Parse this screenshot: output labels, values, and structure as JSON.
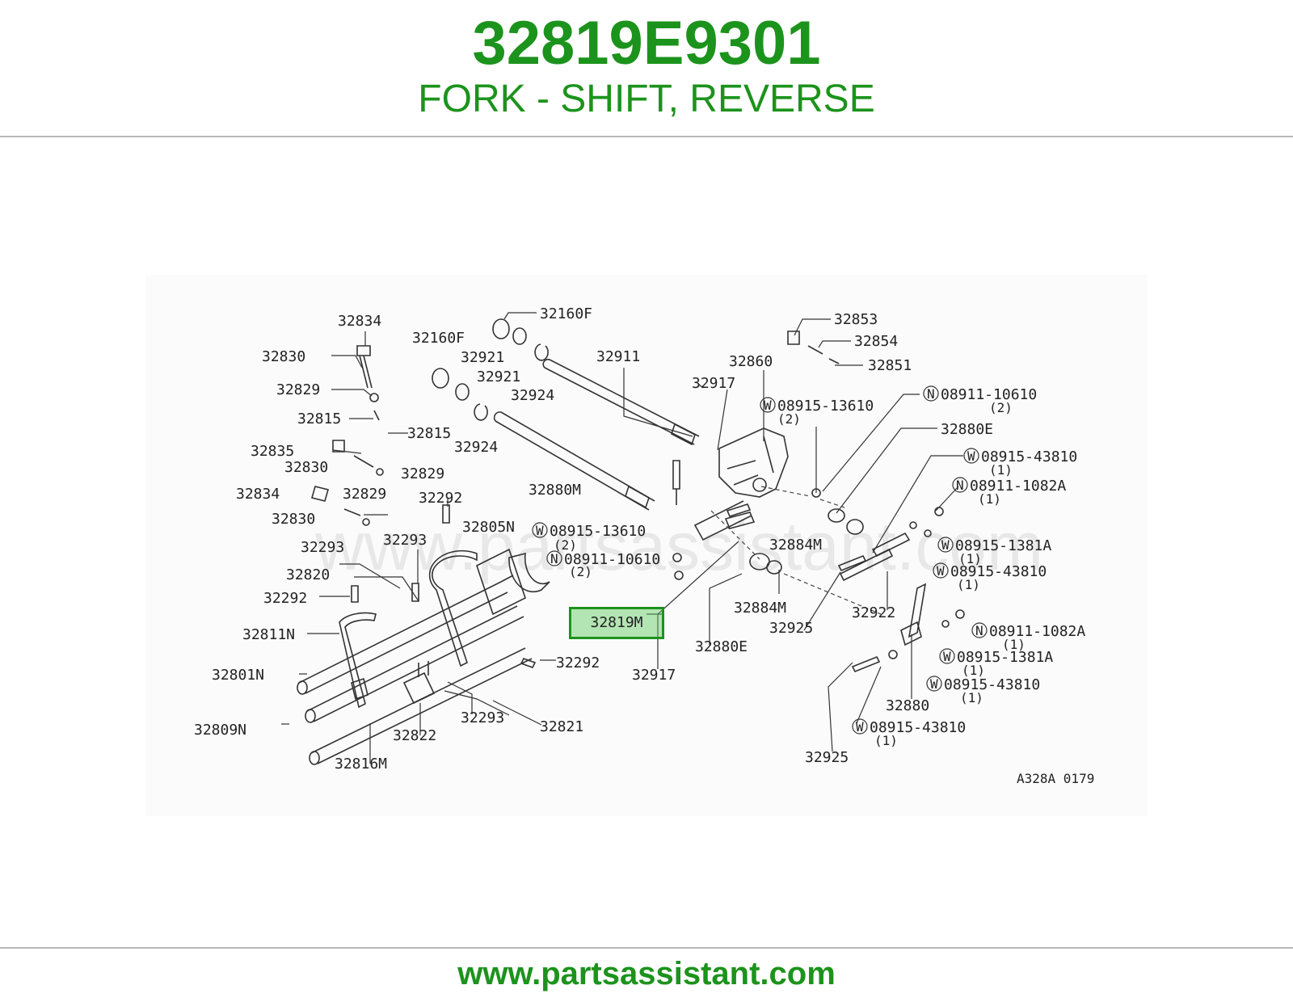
{
  "header": {
    "part_number": "32819E9301",
    "part_description": "FORK - SHIFT, REVERSE"
  },
  "diagram": {
    "watermark": "www.partsassistant.com",
    "drawing_code": "A328A 0179",
    "highlighted_part": "32819M",
    "labels": [
      {
        "id": "l32834a",
        "text": "32834"
      },
      {
        "id": "l32830a",
        "text": "32830"
      },
      {
        "id": "l32829a",
        "text": "32829"
      },
      {
        "id": "l32815a",
        "text": "32815"
      },
      {
        "id": "l32815b",
        "text": "32815"
      },
      {
        "id": "l32160f_a",
        "text": "32160F"
      },
      {
        "id": "l32160f_b",
        "text": "32160F"
      },
      {
        "id": "l32921a",
        "text": "32921"
      },
      {
        "id": "l32921b",
        "text": "32921"
      },
      {
        "id": "l32924a",
        "text": "32924"
      },
      {
        "id": "l32924b",
        "text": "32924"
      },
      {
        "id": "l32911",
        "text": "32911"
      },
      {
        "id": "l32860",
        "text": "32860"
      },
      {
        "id": "l32917a",
        "text": "32917"
      },
      {
        "id": "l32853",
        "text": "32853"
      },
      {
        "id": "l32854",
        "text": "32854"
      },
      {
        "id": "l32851",
        "text": "32851"
      },
      {
        "id": "l08915_13610a",
        "text": "08915-13610"
      },
      {
        "id": "q08915_13610a",
        "text": "(2)"
      },
      {
        "id": "l08911_10610a",
        "text": "08911-10610"
      },
      {
        "id": "q08911_10610a",
        "text": "(2)"
      },
      {
        "id": "l32880e_a",
        "text": "32880E"
      },
      {
        "id": "l32835",
        "text": "32835"
      },
      {
        "id": "l32830b",
        "text": "32830"
      },
      {
        "id": "l32829b",
        "text": "32829"
      },
      {
        "id": "l32834b",
        "text": "32834"
      },
      {
        "id": "l32829c",
        "text": "32829"
      },
      {
        "id": "l32292a",
        "text": "32292"
      },
      {
        "id": "l32880m",
        "text": "32880M"
      },
      {
        "id": "l32830c",
        "text": "32830"
      },
      {
        "id": "l32805n",
        "text": "32805N"
      },
      {
        "id": "l08915_13610b",
        "text": "08915-13610"
      },
      {
        "id": "q08915_13610b",
        "text": "(2)"
      },
      {
        "id": "l08911_10610b",
        "text": "08911-10610"
      },
      {
        "id": "q08911_10610b",
        "text": "(2)"
      },
      {
        "id": "l32293a",
        "text": "32293"
      },
      {
        "id": "l32293b",
        "text": "32293"
      },
      {
        "id": "l32884m_a",
        "text": "32884M"
      },
      {
        "id": "l08915_43810a",
        "text": "08915-43810"
      },
      {
        "id": "q08915_43810a",
        "text": "(1)"
      },
      {
        "id": "l08911_1082a_a",
        "text": "08911-1082A"
      },
      {
        "id": "q08911_1082a_a",
        "text": "(1)"
      },
      {
        "id": "l08915_1381a_a",
        "text": "08915-1381A"
      },
      {
        "id": "q08915_1381a_a",
        "text": "(1)"
      },
      {
        "id": "l08915_43810b",
        "text": "08915-43810"
      },
      {
        "id": "q08915_43810b",
        "text": "(1)"
      },
      {
        "id": "l32820",
        "text": "32820"
      },
      {
        "id": "l32292b",
        "text": "32292"
      },
      {
        "id": "l32884m_b",
        "text": "32884M"
      },
      {
        "id": "l32925a",
        "text": "32925"
      },
      {
        "id": "l32922",
        "text": "32922"
      },
      {
        "id": "l32811n",
        "text": "32811N"
      },
      {
        "id": "l08911_1082a_b",
        "text": "08911-1082A"
      },
      {
        "id": "q08911_1082a_b",
        "text": "(1)"
      },
      {
        "id": "l32880e_b",
        "text": "32880E"
      },
      {
        "id": "l32917b",
        "text": "32917"
      },
      {
        "id": "l32292c",
        "text": "32292"
      },
      {
        "id": "l08915_1381a_b",
        "text": "08915-1381A"
      },
      {
        "id": "q08915_1381a_b",
        "text": "(1)"
      },
      {
        "id": "l32801n",
        "text": "32801N"
      },
      {
        "id": "l08915_43810c",
        "text": "08915-43810"
      },
      {
        "id": "q08915_43810c",
        "text": "(1)"
      },
      {
        "id": "l32880",
        "text": "32880"
      },
      {
        "id": "l32293c",
        "text": "32293"
      },
      {
        "id": "l32821",
        "text": "32821"
      },
      {
        "id": "l32809n",
        "text": "32809N"
      },
      {
        "id": "l32822",
        "text": "32822"
      },
      {
        "id": "l08915_43810d",
        "text": "08915-43810"
      },
      {
        "id": "q08915_43810d",
        "text": "(1)"
      },
      {
        "id": "l32816m",
        "text": "32816M"
      },
      {
        "id": "l32925b",
        "text": "32925"
      }
    ]
  },
  "footer": {
    "url": "www.partsassistant.com"
  }
}
